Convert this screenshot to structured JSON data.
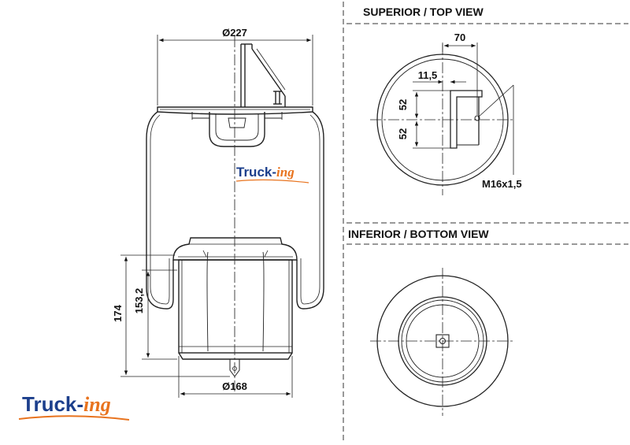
{
  "side_view": {
    "top_diameter": "Ø227",
    "bottom_diameter": "Ø168",
    "height_total": "174",
    "height_piston": "153,2",
    "body_logo": {
      "main": "Truck-",
      "accent": "ing"
    }
  },
  "top_view": {
    "title": "SUPERIOR / TOP VIEW",
    "dim_offset": "70",
    "dim_plate": "11,5",
    "dim_upper": "52",
    "dim_lower": "52",
    "thread": "M16x1,5"
  },
  "bottom_view": {
    "title": "INFERIOR / BOTTOM VIEW"
  },
  "brand_logo": {
    "main": "Truck-",
    "accent": "ing"
  },
  "colors": {
    "line": "#222222",
    "logo_blue": "#1c3f8c",
    "logo_orange": "#e8731e"
  }
}
